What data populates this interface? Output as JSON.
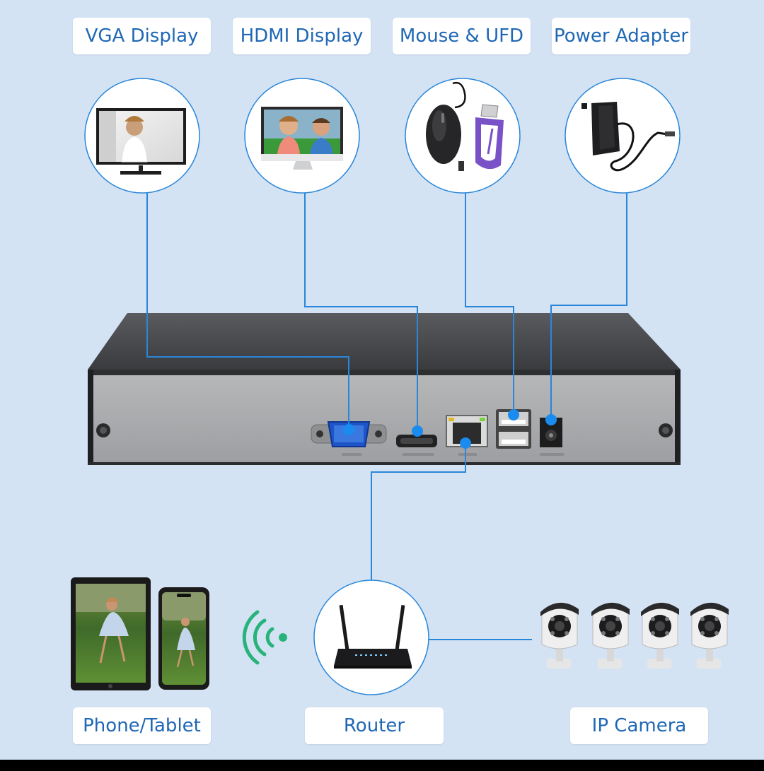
{
  "labels": {
    "vga_display": "VGA Display",
    "hdmi_display": "HDMI Display",
    "mouse_ufd": "Mouse & UFD",
    "power_adapter": "Power Adapter",
    "phone_tablet": "Phone/Tablet",
    "router": "Router",
    "ip_camera": "IP Camera"
  },
  "icons": [
    "vga-monitor-icon",
    "hdmi-monitor-icon",
    "mouse-icon",
    "usb-flash-drive-icon",
    "power-adapter-icon",
    "tablet-icon",
    "phone-icon",
    "wifi-signal-icon",
    "router-icon",
    "ip-camera-icon"
  ],
  "colors": {
    "background": "#d4e3f4",
    "label_text": "#1f67b5",
    "connector_line": "#2a86d8",
    "connector_dot": "#1a8cf0",
    "wifi": "#27b37a",
    "device_front": "#a9aaac",
    "device_top": "#4a4b4e"
  }
}
